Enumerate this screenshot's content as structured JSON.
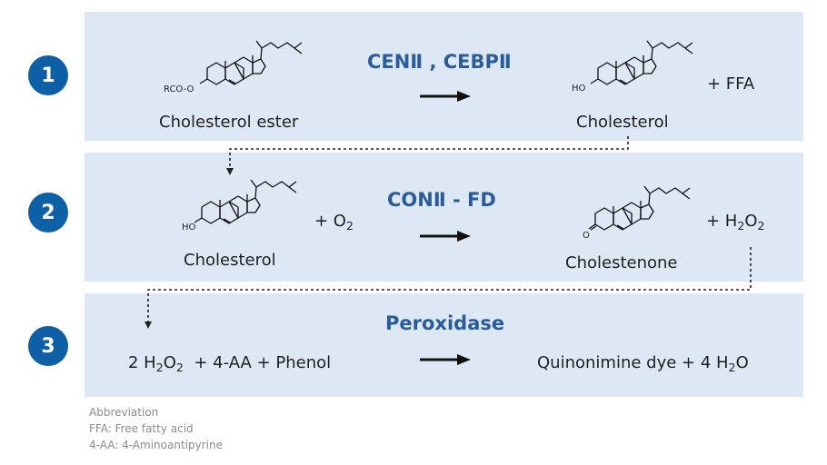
{
  "steps": [
    {
      "number": "1",
      "enzyme": "CENⅡ , CEBPⅡ",
      "substrate_label": "Cholesterol ester",
      "substrate_group": "RCO-O",
      "product_label": "Cholesterol",
      "product_group": "HO",
      "byproduct": "+ FFA"
    },
    {
      "number": "2",
      "enzyme": "CONⅡ - FD",
      "substrate_label": "Cholesterol",
      "substrate_group": "HO",
      "co_reactant": "+ O",
      "co_reactant_sub": "2",
      "product_label": "Cholestenone",
      "product_group": "O",
      "byproduct": "+ H",
      "byproduct_sub1": "2",
      "byproduct_mid": "O",
      "byproduct_sub2": "2"
    },
    {
      "number": "3",
      "enzyme": "Peroxidase",
      "reactants_a": "2 H",
      "reactants_sub1": "2",
      "reactants_b": "O",
      "reactants_sub2": "2",
      "reactants_c": "+ 4-AA + Phenol",
      "products_a": "Quinonimine dye + 4 H",
      "products_sub": "2",
      "products_b": "O"
    }
  ],
  "notes": {
    "title": "Abbreviation",
    "ffa": "FFA: Free fatty acid",
    "aa": "4-AA: 4-Aminoantipyrine"
  }
}
